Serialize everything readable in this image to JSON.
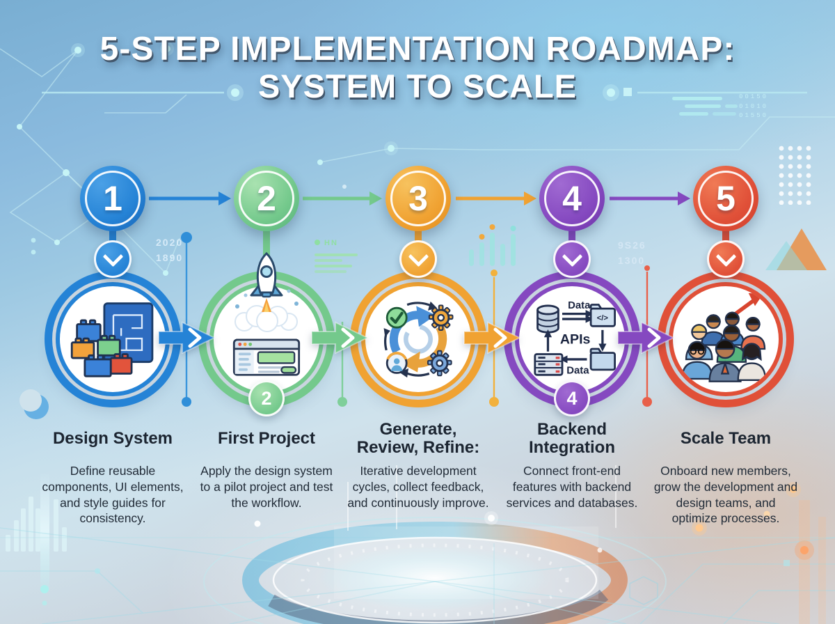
{
  "title": {
    "line1": "5-STEP IMPLEMENTATION ROADMAP:",
    "line2": "SYSTEM TO SCALE"
  },
  "steps": [
    {
      "number": "1",
      "title": "Design System",
      "description": "Define reusable components, UI elements, and style guides for consistency.",
      "icon": "design-blocks-blueprint-icon",
      "accent": "#2583d6",
      "accent_light": "#4aa0e6",
      "accent_dark": "#1863b4"
    },
    {
      "number": "2",
      "title": "First Project",
      "description": "Apply the design system to a pilot project and test the workflow.",
      "icon": "rocket-launch-browser-icon",
      "accent": "#74c98c",
      "accent_light": "#a9e2b0",
      "accent_dark": "#55b07b"
    },
    {
      "number": "3",
      "title": "Generate, Review, Refine:",
      "description": "Iterative development cycles, collect feedback, and continuously improve.",
      "icon": "iteration-cycle-gears-icon",
      "accent": "#f0a232",
      "accent_light": "#f7c25e",
      "accent_dark": "#e08b1d"
    },
    {
      "number": "4",
      "title": "Backend Integration",
      "description": "Connect front-end features with backend services and databases.",
      "icon": "database-api-folders-icon",
      "accent": "#8549c0",
      "accent_light": "#a06ad2",
      "accent_dark": "#6c32a6",
      "icon_labels": {
        "data_top": "Data",
        "apis": "APIs",
        "data_bottom": "Data"
      }
    },
    {
      "number": "5",
      "title": "Scale Team",
      "description": "Onboard new members, grow the development and design teams, and optimize processes.",
      "icon": "team-growth-arrow-icon",
      "accent": "#e05038",
      "accent_light": "#f07a55",
      "accent_dark": "#cf3d2c"
    }
  ],
  "decorations": {
    "year_top": "2020",
    "year_bottom": "1890",
    "code_tag": "HN",
    "glitch_top": "9S26",
    "glitch_bottom": "1300",
    "binary": [
      "00150",
      "01010",
      "01550"
    ]
  }
}
